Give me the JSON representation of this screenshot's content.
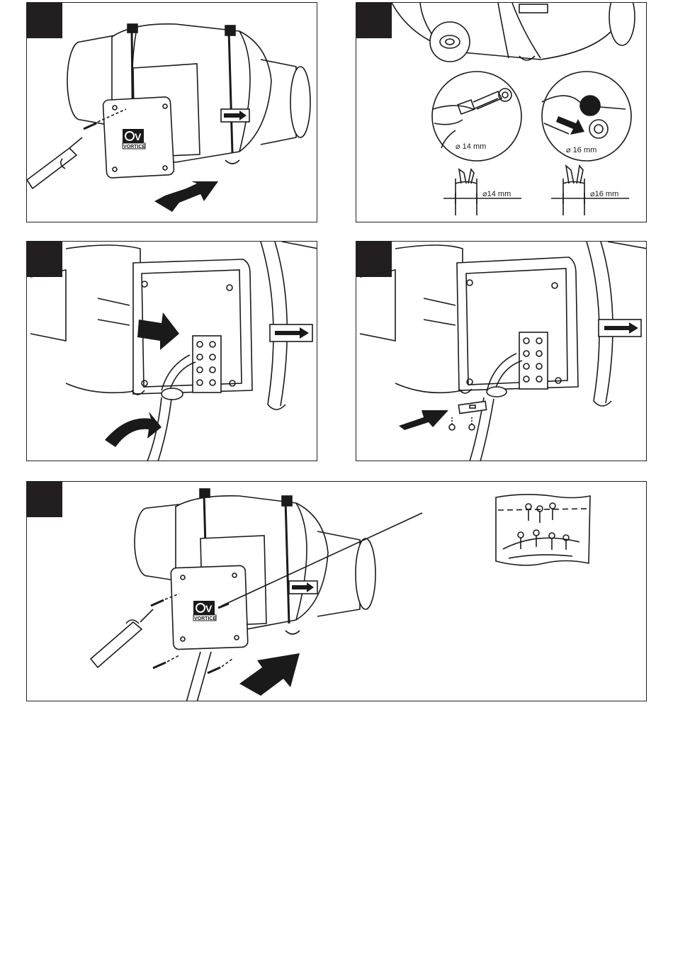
{
  "page": {
    "background": "#ffffff",
    "line_color": "#1a1a1a",
    "tag_color": "#231f20"
  },
  "panels": [
    {
      "id": "step-1",
      "brand_logo": "VORTICE",
      "icons": [
        "screwdriver-icon",
        "screw-icon",
        "arrow-icon"
      ]
    },
    {
      "id": "step-2",
      "detail_left_label": "⌀ 14 mm",
      "detail_right_label": "⌀ 16 mm",
      "cable_left_label": "⌀14 mm",
      "cable_right_label": "⌀16 mm",
      "icons": [
        "cutter-icon",
        "grommet-icon",
        "cable-icon",
        "arrow-icon"
      ]
    },
    {
      "id": "step-3",
      "icons": [
        "terminal-block-icon",
        "cable-icon",
        "arrow-icon"
      ]
    },
    {
      "id": "step-4",
      "icons": [
        "cable-clamp-icon",
        "screw-icon",
        "arrow-icon"
      ]
    },
    {
      "id": "step-5",
      "brand_logo": "VORTICE",
      "icons": [
        "screwdriver-icon",
        "screw-icon",
        "screw-bag-icon",
        "arrow-icon"
      ]
    }
  ]
}
